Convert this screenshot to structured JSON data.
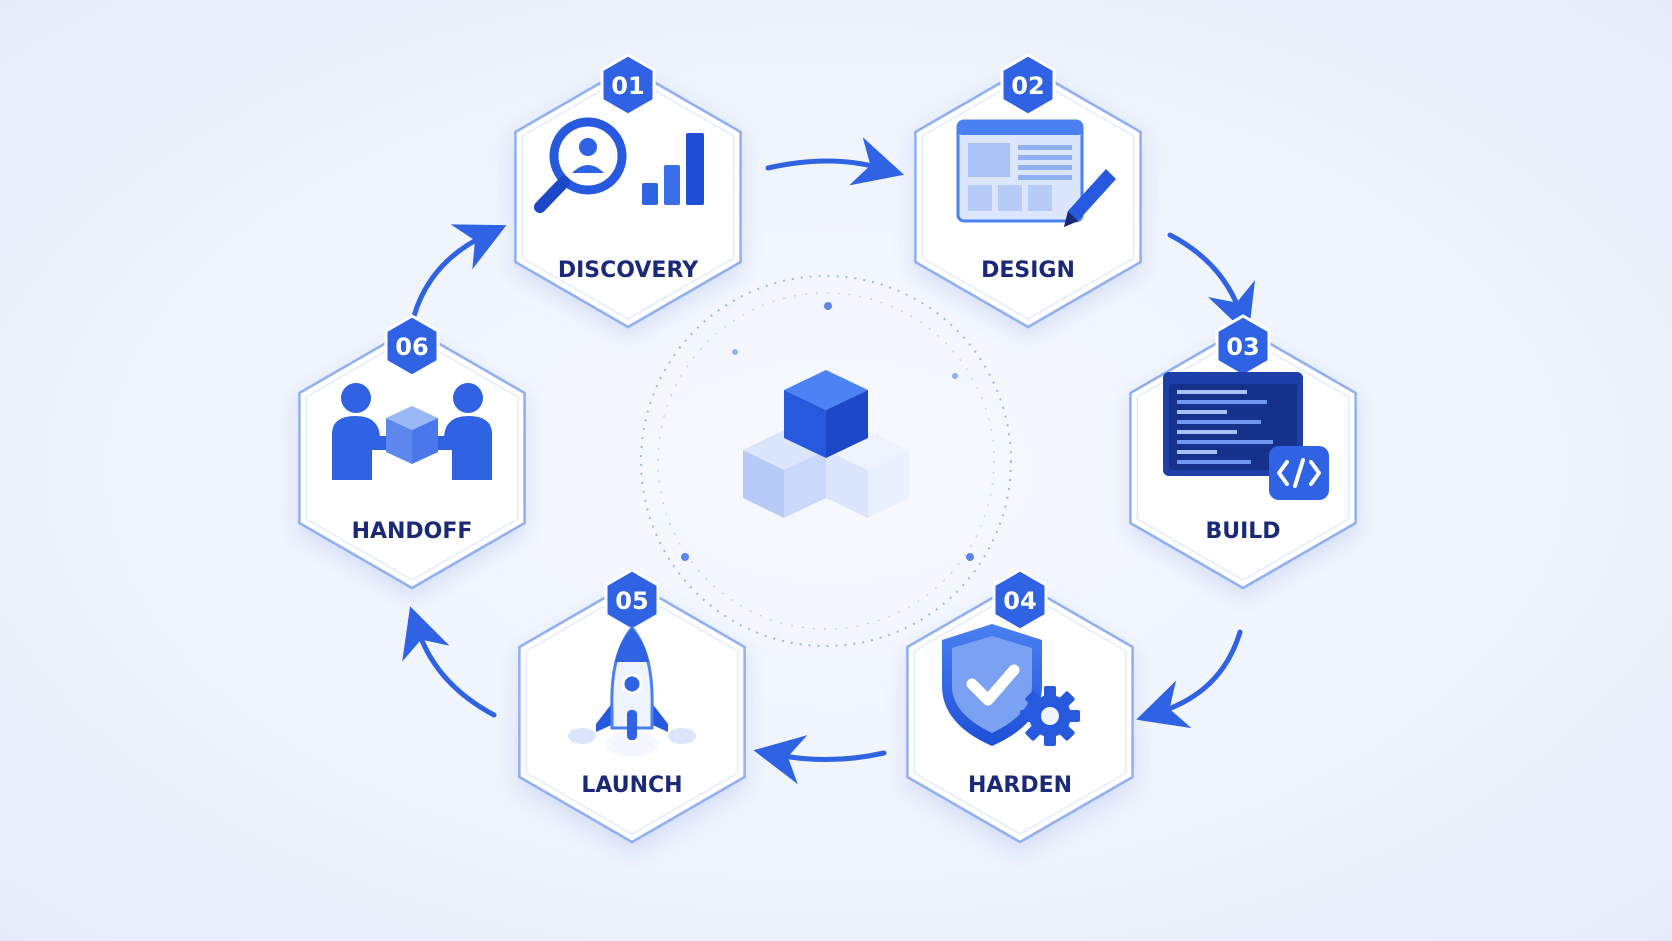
{
  "steps": [
    {
      "number": "01",
      "label": "DISCOVERY",
      "icon": "magnifier-user-chart-icon"
    },
    {
      "number": "02",
      "label": "DESIGN",
      "icon": "wireframe-pencil-icon"
    },
    {
      "number": "03",
      "label": "BUILD",
      "icon": "code-window-icon"
    },
    {
      "number": "04",
      "label": "HARDEN",
      "icon": "shield-check-gear-icon"
    },
    {
      "number": "05",
      "label": "LAUNCH",
      "icon": "rocket-icon"
    },
    {
      "number": "06",
      "label": "HANDOFF",
      "icon": "people-handing-box-icon"
    }
  ],
  "center": {
    "icon": "stacked-cubes-icon"
  },
  "colors": {
    "accent": "#2f63e3",
    "dark": "#1f4fd1",
    "light": "#8fb0f2",
    "label": "#1b2a78"
  }
}
